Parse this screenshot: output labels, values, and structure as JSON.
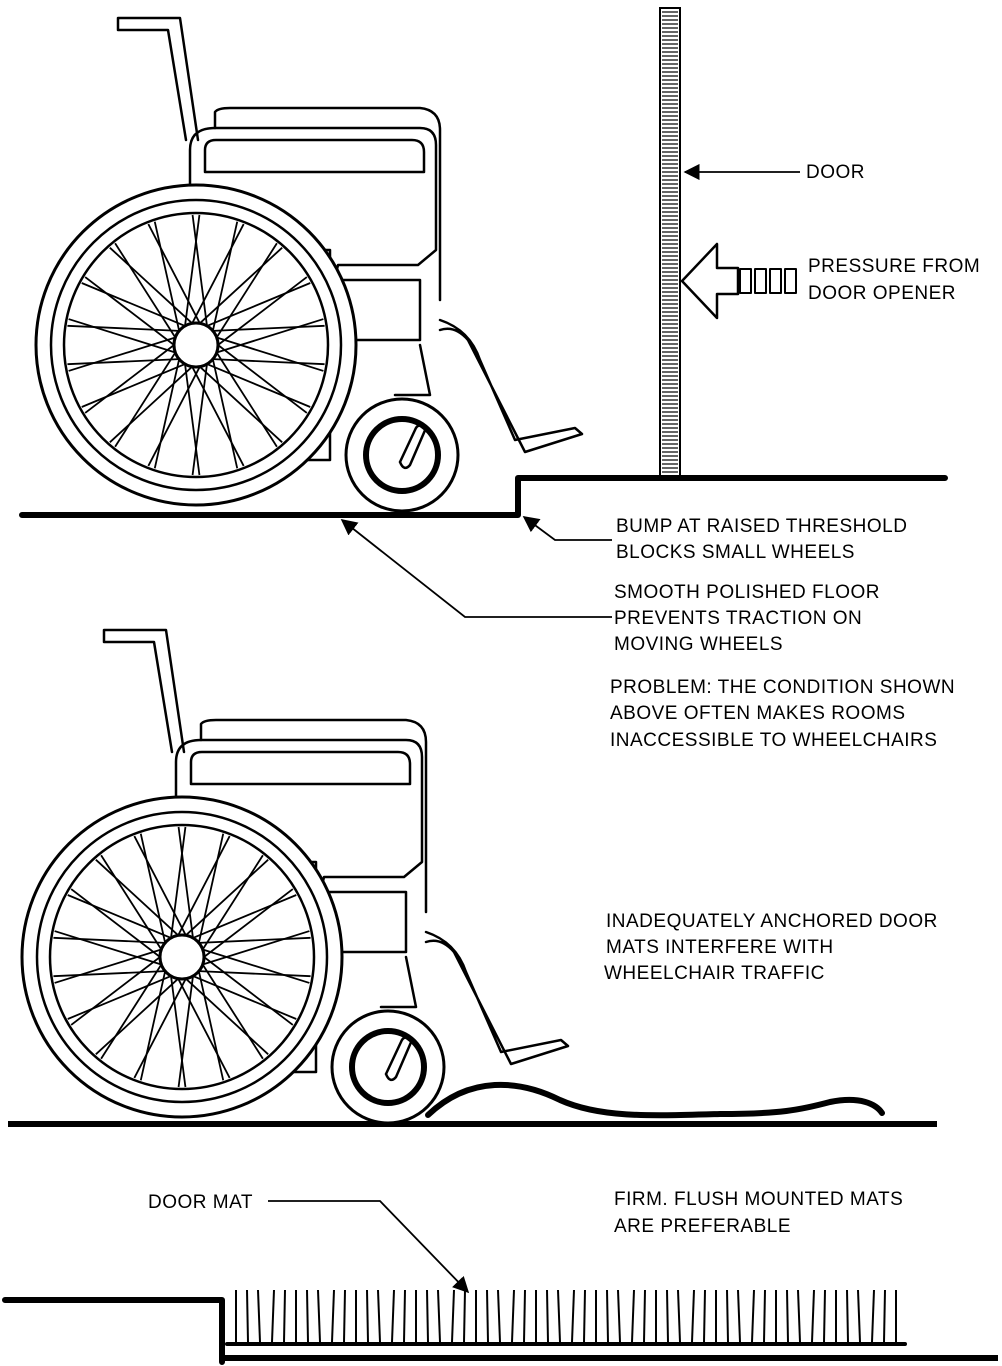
{
  "labels": {
    "door": "DOOR",
    "pressure_line1": "PRESSURE FROM",
    "pressure_line2": "DOOR OPENER",
    "bump_line1": "BUMP AT RAISED THRESHOLD",
    "bump_line2": "BLOCKS SMALL WHEELS",
    "floor_line1": "SMOOTH POLISHED FLOOR",
    "floor_line2": "PREVENTS TRACTION ON",
    "floor_line3": "MOVING WHEELS",
    "problem_line1": "PROBLEM: THE CONDITION SHOWN",
    "problem_line2": "ABOVE OFTEN MAKES ROOMS",
    "problem_line3": "INACCESSIBLE TO WHEELCHAIRS",
    "mats_line1": "INADEQUATELY ANCHORED DOOR",
    "mats_line2": "MATS INTERFERE WITH",
    "mats_line3": "WHEELCHAIR TRAFFIC",
    "door_mat": "DOOR MAT",
    "firm_line1": "FIRM. FLUSH MOUNTED MATS",
    "firm_line2": "ARE PREFERABLE"
  },
  "icons": {
    "wheelchair_top": "wheelchair-icon",
    "wheelchair_bottom": "wheelchair-icon",
    "pressure_arrow": "pressure-arrow-icon"
  }
}
